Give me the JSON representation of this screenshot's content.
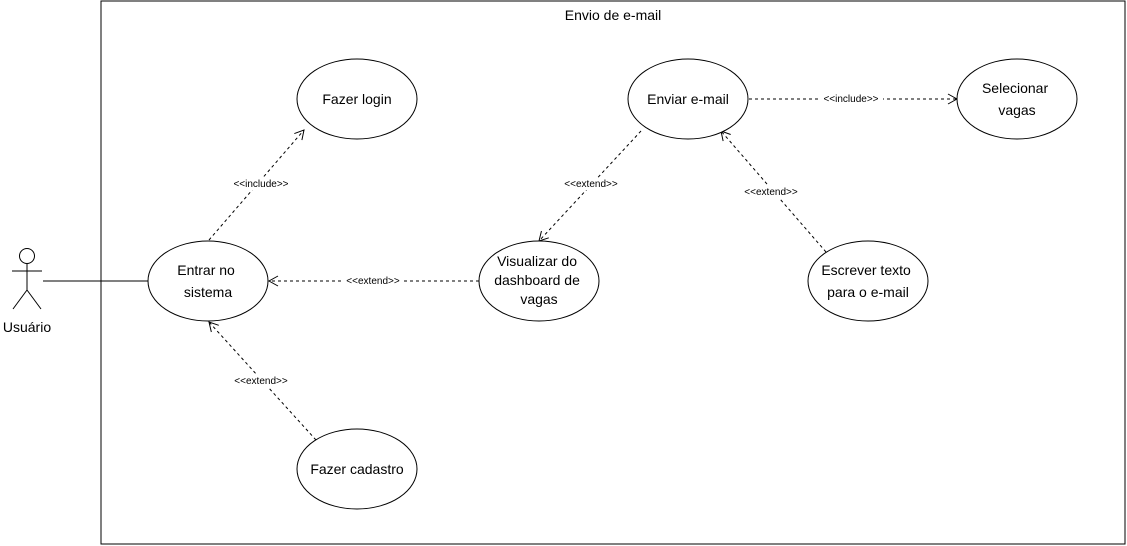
{
  "diagram": {
    "system_title": "Envio de e-mail",
    "actor": {
      "label": "Usuário"
    },
    "use_cases": {
      "fazer_login": {
        "lines": [
          "Fazer login"
        ]
      },
      "entrar_sistema": {
        "lines": [
          "Entrar no",
          "sistema"
        ]
      },
      "fazer_cadastro": {
        "lines": [
          "Fazer cadastro"
        ]
      },
      "visualizar_dashboard": {
        "lines": [
          "Visualizar do",
          "dashboard de",
          "vagas"
        ]
      },
      "enviar_email": {
        "lines": [
          "Enviar e-mail"
        ]
      },
      "selecionar_vagas": {
        "lines": [
          "Selecionar",
          "vagas"
        ]
      },
      "escrever_texto": {
        "lines": [
          "Escrever texto",
          "para o e-mail"
        ]
      }
    },
    "relations": {
      "include_login": "<<include>>",
      "extend_cadastro": "<<extend>>",
      "extend_dashboard": "<<extend>>",
      "extend_enviar": "<<extend>>",
      "include_selecionar": "<<include>>",
      "extend_escrever": "<<extend>>"
    }
  }
}
